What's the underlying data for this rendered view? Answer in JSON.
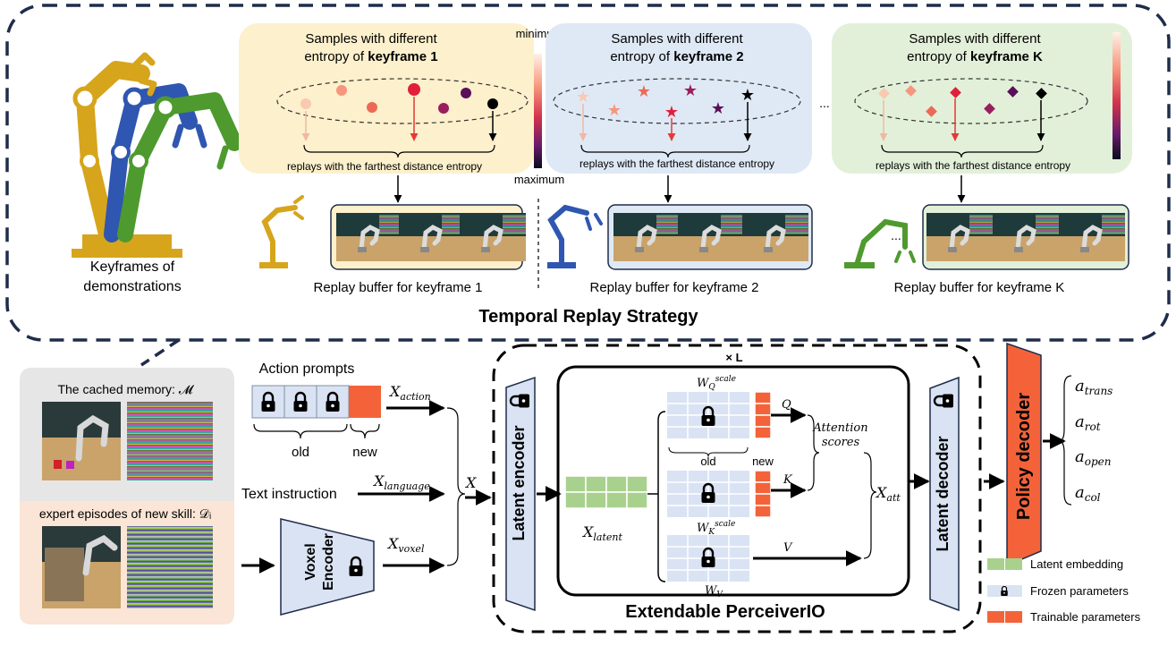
{
  "top": {
    "title": "Temporal Replay Strategy",
    "keyframes_caption_1": "Keyframes of",
    "keyframes_caption_2": "demonstrations",
    "scale_min": "minimum",
    "scale_max": "maximum",
    "ellipsis": "...",
    "panels": [
      {
        "line1": "Samples with different",
        "line2_prefix": "entropy of ",
        "line2_bold": "keyframe 1",
        "replay": "replays with the farthest distance entropy",
        "buffer": "Replay buffer for keyframe 1"
      },
      {
        "line1": "Samples with different",
        "line2_prefix": "entropy of ",
        "line2_bold": "keyframe 2",
        "replay": "replays with the farthest distance entropy",
        "buffer": "Replay buffer for keyframe 2"
      },
      {
        "line1": "Samples with different",
        "line2_prefix": "entropy of ",
        "line2_bold": "keyframe K",
        "replay": "replays with the farthest distance entropy",
        "buffer": "Replay buffer for keyframe K"
      }
    ]
  },
  "memory": {
    "cached": "The cached memory: 𝓜",
    "expert": "expert episodes of new skill: 𝒟ᵢ"
  },
  "inputs": {
    "action_prompts": "Action prompts",
    "old": "old",
    "new": "new",
    "text_instruction": "Text instruction",
    "voxel_encoder_1": "Voxel",
    "voxel_encoder_2": "Encoder",
    "x_action": "X",
    "x_action_sub": "action",
    "x_language": "X",
    "x_language_sub": "language",
    "x_voxel": "X",
    "x_voxel_sub": "voxel",
    "x": "X"
  },
  "perceiver": {
    "title": "Extendable PerceiverIO",
    "times_l": "× L",
    "latent_encoder": "Latent encoder",
    "latent_decoder": "Latent decoder",
    "x_latent": "X",
    "x_latent_sub": "latent",
    "wq": "W",
    "wq_sub": "Q",
    "wq_sup": "scale",
    "wk": "W",
    "wk_sub": "K",
    "wk_sup": "scale",
    "wv": "W",
    "wv_sub": "V",
    "q": "Q",
    "k": "K",
    "v": "V",
    "old": "old",
    "new": "new",
    "attention_1": "Attention",
    "attention_2": "scores",
    "x_att": "X",
    "x_att_sub": "att"
  },
  "policy": {
    "label": "Policy decoder",
    "outputs": [
      {
        "base": "a",
        "sub": "trans"
      },
      {
        "base": "a",
        "sub": "rot"
      },
      {
        "base": "a",
        "sub": "open"
      },
      {
        "base": "a",
        "sub": "col"
      }
    ]
  },
  "legend": {
    "latent": "Latent embedding",
    "frozen": "Frozen parameters",
    "trainable": "Trainable parameters"
  },
  "colors": {
    "panel1": "#fdf0cc",
    "panel2": "#dfe9f5",
    "panel3": "#e2f0d9",
    "memory_top": "#e7e6e6",
    "memory_bottom": "#fbe5d6",
    "frozen": "#dae3f3",
    "trainable": "#f4623a",
    "latent": "#a9d18e",
    "robot_yellow": "#d6a51c",
    "robot_blue": "#2f56b0",
    "robot_green": "#4e9a2e"
  }
}
